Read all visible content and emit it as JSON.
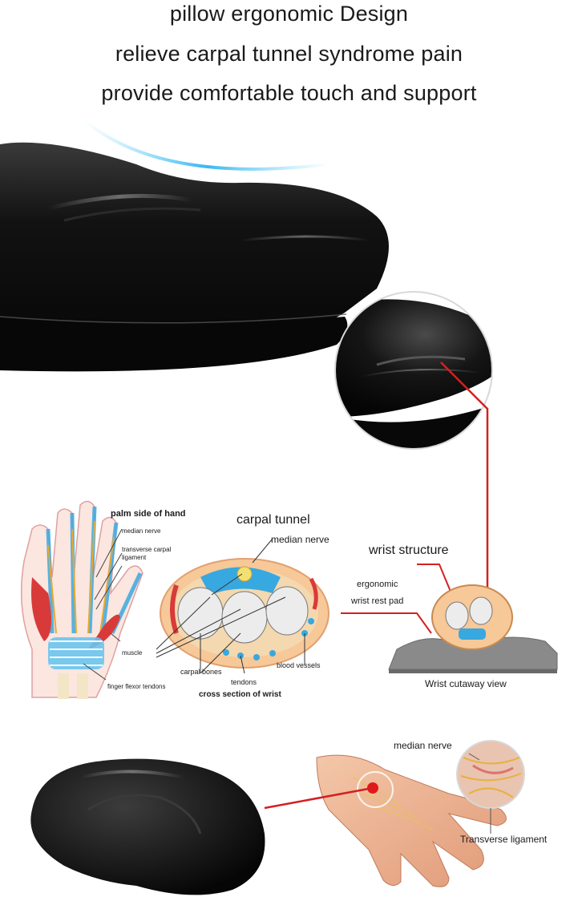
{
  "headlines": [
    "pillow ergonomic Design",
    "relieve carpal tunnel syndrome pain",
    "provide comfortable touch and support"
  ],
  "hand_diagram": {
    "title": "palm side of hand",
    "median_nerve": "median nerve",
    "transverse_line1": "transverse carpal",
    "transverse_line2": "ligament",
    "muscle": "muscle",
    "finger_flexor": "finger flexor tendons"
  },
  "cross_section": {
    "title": "carpal tunnel",
    "median_nerve": "median nerve",
    "carpal_bones": "carpal bones",
    "tendons": "tendons",
    "blood_vessels": "blood vessels",
    "caption": "cross section of wrist"
  },
  "cutaway": {
    "title": "wrist structure",
    "pad_line1": "ergonomic",
    "pad_line2": "wrist rest pad",
    "caption": "Wrist cutaway view"
  },
  "hand_photo": {
    "median_nerve": "median nerve",
    "transverse": "Transverse ligament"
  },
  "colors": {
    "pad_black": "#0b0b0b",
    "accent_red": "#d42020",
    "nerve_blue": "#38a8e0",
    "tendon_yellow": "#e8a830"
  }
}
